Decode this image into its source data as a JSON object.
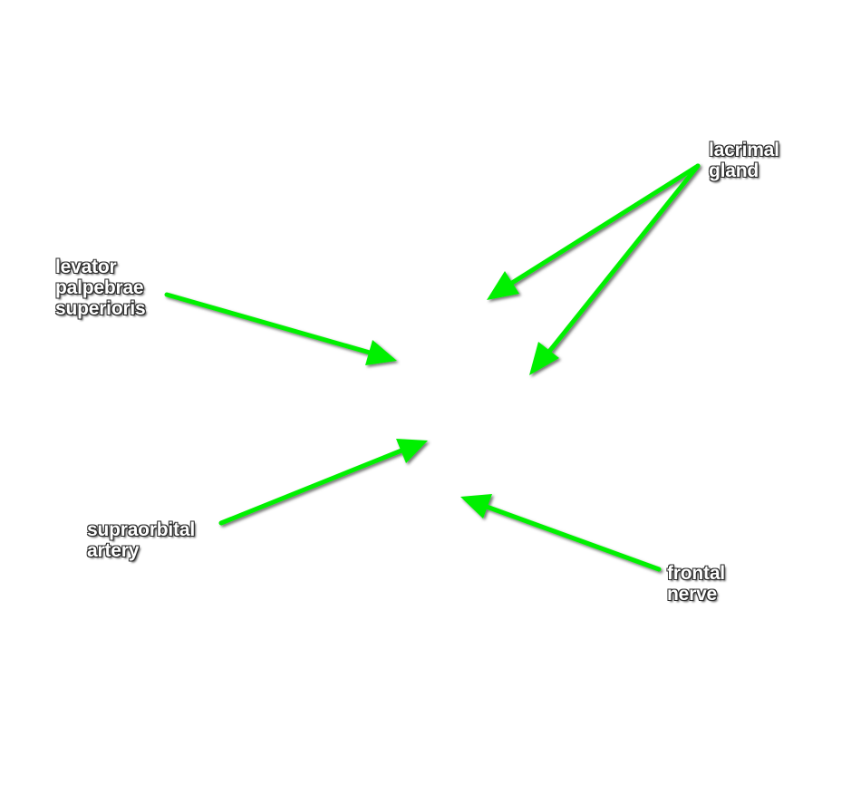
{
  "labels": {
    "lacrimal_gland": [
      "lacrimal",
      "gland"
    ],
    "levator_palpebrae_superioris": [
      "levator",
      "palpebrae",
      "superioris"
    ],
    "supraorbital_artery": [
      "supraorbital",
      "artery"
    ],
    "frontal_nerve": [
      "frontal",
      "nerve"
    ]
  },
  "colors": {
    "arrow": "#00f000",
    "label_text": "#ffffff",
    "label_outline": "#2a2a2a",
    "background": "#ffffff"
  }
}
